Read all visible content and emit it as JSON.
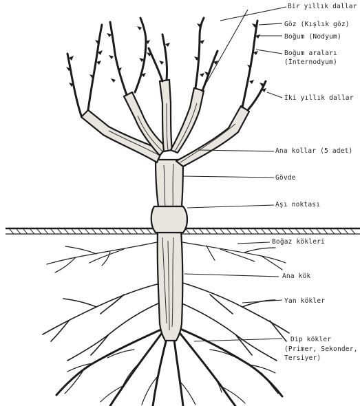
{
  "labels": {
    "one_year_shoots": "Bir yıllık dallar",
    "bud": "Göz (Kışlık göz)",
    "node": "Boğum (Nodyum)",
    "internode_1": "Boğum araları",
    "internode_2": "(İnternodyum)",
    "two_year_shoots": "İki yıllık dallar",
    "main_arms": "Ana kollar (5 adet)",
    "trunk": "Gövde",
    "graft_point": "Aşı noktası",
    "collar_roots": "Boğaz kökleri",
    "main_root": "Ana kök",
    "lateral_roots": "Yan kökler",
    "deep_roots_1": "Dip kökler",
    "deep_roots_2": "(Primer, Sekonder,",
    "deep_roots_3": "Tersiyer)"
  },
  "colors": {
    "ink": "#1c1c1c",
    "bark": "#e9e6e0",
    "paper": "#ffffff"
  }
}
